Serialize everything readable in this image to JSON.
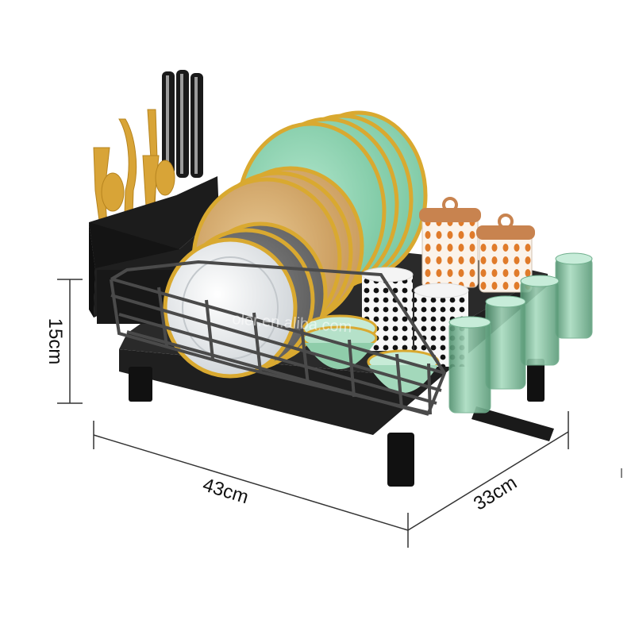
{
  "dimensions": {
    "height": "15cm",
    "width": "43cm",
    "depth": "33cm"
  },
  "watermark": "oler.en.aliba.com",
  "colors": {
    "background": "#ffffff",
    "rack_frame": "#2b2b2b",
    "rack_wire": "#4a4a4a",
    "mint_plate": "#8fd3b1",
    "tan_plate": "#d9b277",
    "gold_rim": "#d9a930",
    "white_plate": "#e9ecef",
    "canister_lid": "#c8834f",
    "canister_dots": "#e07b2a",
    "glass": "#6fae8c",
    "cutlery_gold": "#d8a437",
    "knife_black": "#1a1a1a"
  }
}
